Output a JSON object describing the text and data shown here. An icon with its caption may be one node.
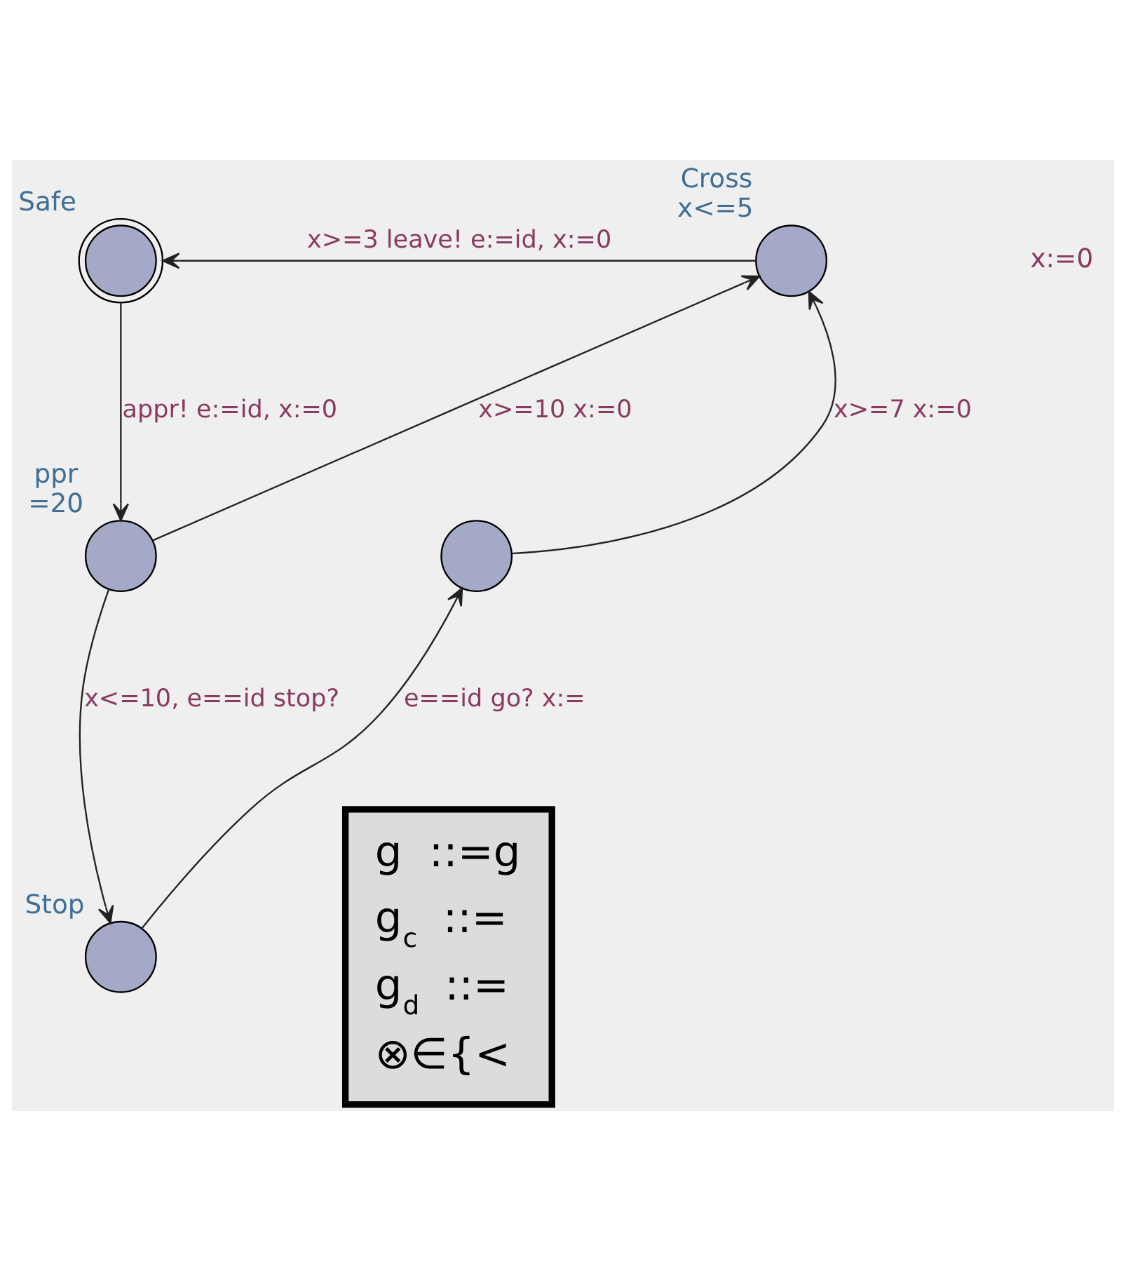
{
  "diagram": {
    "nodes": [
      {
        "text": [
          "Safe"
        ]
      },
      {
        "text": [
          "Cross"
        ],
        "beside": [
          "x<=5"
        ]
      },
      {
        "text": [
          "ppr"
        ],
        "beside": [
          "=20"
        ]
      },
      {
        "text": [],
        "shape": "circle"
      },
      {
        "text": [
          "Stop"
        ]
      },
      {
        "text": [
          "g ::=g",
          "g$_{c}$ ::=",
          "g$_{d}$ ::=",
          "⊗∈{<"
        ]
      }
    ],
    "edges": [
      {
        "from": 1,
        "to": 0,
        "arrow": "to",
        "label": "x>=3 leave! e:=id, x:=0"
      },
      {
        "from": 0,
        "to": 2,
        "arrow": "to",
        "label": "appr! e:=id, x:=0"
      },
      {
        "from": 2,
        "to": 1,
        "arrow": "to",
        "label": "x>=10 x:=0"
      },
      {
        "from": 2,
        "to": 4,
        "arrow": "to",
        "label": "x<=10, e==id stop?"
      },
      {
        "from": 4,
        "to": 3,
        "arrow": "to",
        "label": "e==id go? x:="
      },
      {
        "from": 3,
        "to": 1,
        "arrow": "to",
        "label": "x>=7 x:=0"
      }
    ],
    "labels": [
      "x:=0"
    ]
  }
}
